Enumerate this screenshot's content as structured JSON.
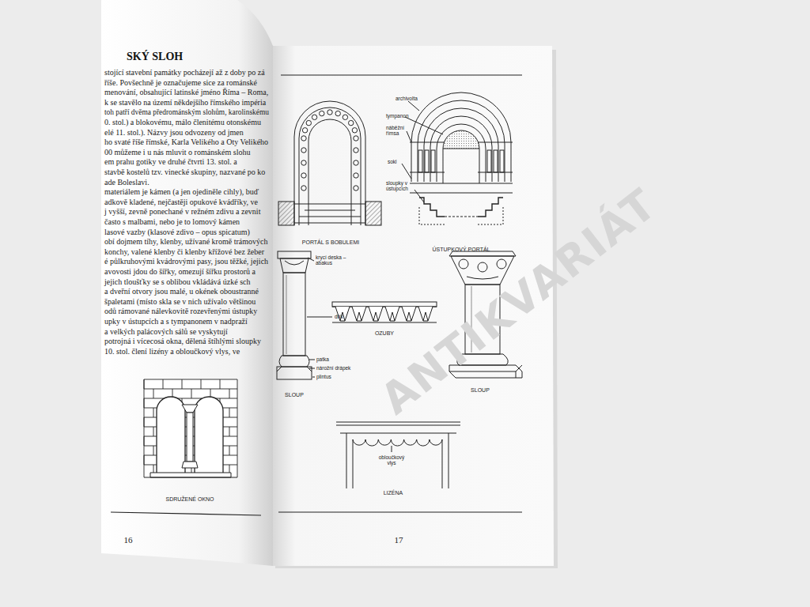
{
  "diagram": {
    "labels": [
      "SKÝ SLOH",
      "stojící stavební památky pocházejí až z doby po zá",
      "říše. Povšechně je označujeme sice za románské",
      "menování, obsahující latinské jméno Říma – Roma,",
      "k se stavělo na území někdejšího římského impéria",
      "toh patří dvěma předrománským slohům, karolinskému",
      "0. stol.) a blokovému, málo členitému otonskému",
      "elé 11. stol.). Názvy jsou odvozeny od jmen",
      "ho svaté říše římské, Karla Velikého a Oty Velikého",
      "00 můžeme i u nás mluvit o románském slohu",
      "em prahu gotiky ve druhé čtvrti 13. stol. a",
      "stavbě kostelů tzv. vinecké skupiny, nazvané po ko",
      "ade Boleslavi.",
      "materiálem je kámen (a jen ojediněle cihly), buď",
      "adkově kladené, nejčastěji opukové kvádříky, ve",
      "j vyšší, zevně ponechané v režném zdivu a zevnit",
      "často s malbami, nebo je to lomový kámen",
      "lasové vazby (klasové zdivo – opus spicatum)",
      "obí dojmem tíhy, klenby, užívané kromě trámových",
      "konchy, valené klenby či klenby křížové bez žeber",
      "é půlkruhovými kvádrovými pasy, jsou těžké, jejich",
      "avovosti jdou do šířky, omezují šířku prostorů a",
      "jejich tloušťky se s oblibou vkládává úzké sch",
      "a dveřní otvory jsou malé, u okének oboustranné",
      "špaletami (místo skla se v nich užívalo většinou",
      "odů rámované nálevkovitě rozevřenými ústupky",
      "upky v ústupcích a s tympanonem v nadpraží",
      "a velkých palácových sálů se vyskytují",
      "potrojná i vícecosá okna, dělená štíhlými sloupky",
      "10. stol. člení lizény a obloučkový vlys, ve",
      "SDRUŽENÉ OKNO",
      "16",
      "PORTÁL S BOBULEMI",
      "archivolta",
      "tympanon",
      "náběžní římsa",
      "sokl",
      "sloupky v ústupcích",
      "ÚSTUPKOVÝ PORTÁL",
      "krycí deska – abakus",
      "dřík",
      "patka",
      "nárožní drápek",
      "plintus",
      "SLOUP",
      "OZUBY",
      "SLOUP",
      "obloučkový vlys",
      "LIZÉNA",
      "17",
      "ANTIKVARIÁT"
    ]
  }
}
